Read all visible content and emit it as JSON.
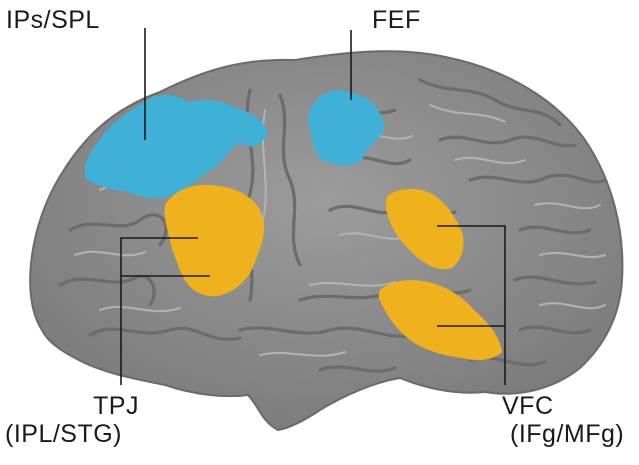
{
  "labels": {
    "ips_spl": "IPs/SPL",
    "fef": "FEF",
    "tpj_line1": "TPJ",
    "tpj_line2": "(IPL/STG)",
    "vfc_line1": "VFC",
    "vfc_line2": "(IFg/MFg)"
  },
  "colors": {
    "dorsal_network": "#3fb1d7",
    "ventral_network": "#f0b21c",
    "cortex": "#8d8d8d",
    "sulcus": "#6e6e6e",
    "gyrus_highlight": "#b4b4b4",
    "leader_line": "#1a1a1a"
  }
}
